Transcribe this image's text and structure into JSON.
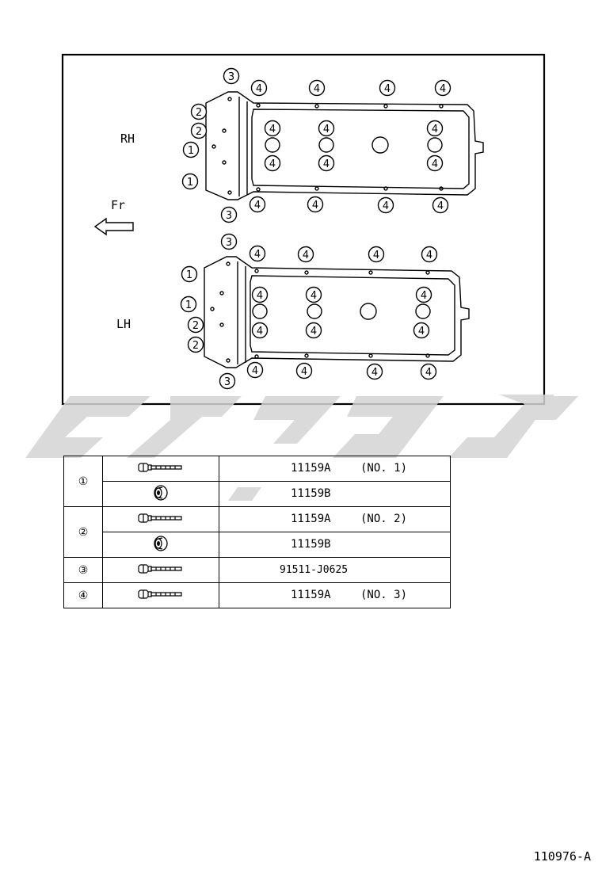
{
  "diagram": {
    "rh_label": "RH",
    "lh_label": "LH",
    "front_label": "Fr",
    "numbers": [
      "1",
      "2",
      "3",
      "4"
    ]
  },
  "parts_table": {
    "rows": [
      {
        "num": "①",
        "icon": "bolt-icon",
        "code": "11159A",
        "note": "(NO. 1)"
      },
      {
        "num": "",
        "icon": "washer-icon",
        "code": "11159B",
        "note": ""
      },
      {
        "num": "②",
        "icon": "bolt-icon",
        "code": "11159A",
        "note": "(NO. 2)"
      },
      {
        "num": "",
        "icon": "washer-icon",
        "code": "11159B",
        "note": ""
      },
      {
        "num": "③",
        "icon": "bolt-icon",
        "code": "91511-J0625",
        "note": ""
      },
      {
        "num": "④",
        "icon": "bolt-icon",
        "code": "11159A",
        "note": "(NO. 3)"
      }
    ]
  },
  "footer": {
    "code": "110976-A"
  },
  "watermark": {
    "color": "#d4d4d4"
  }
}
